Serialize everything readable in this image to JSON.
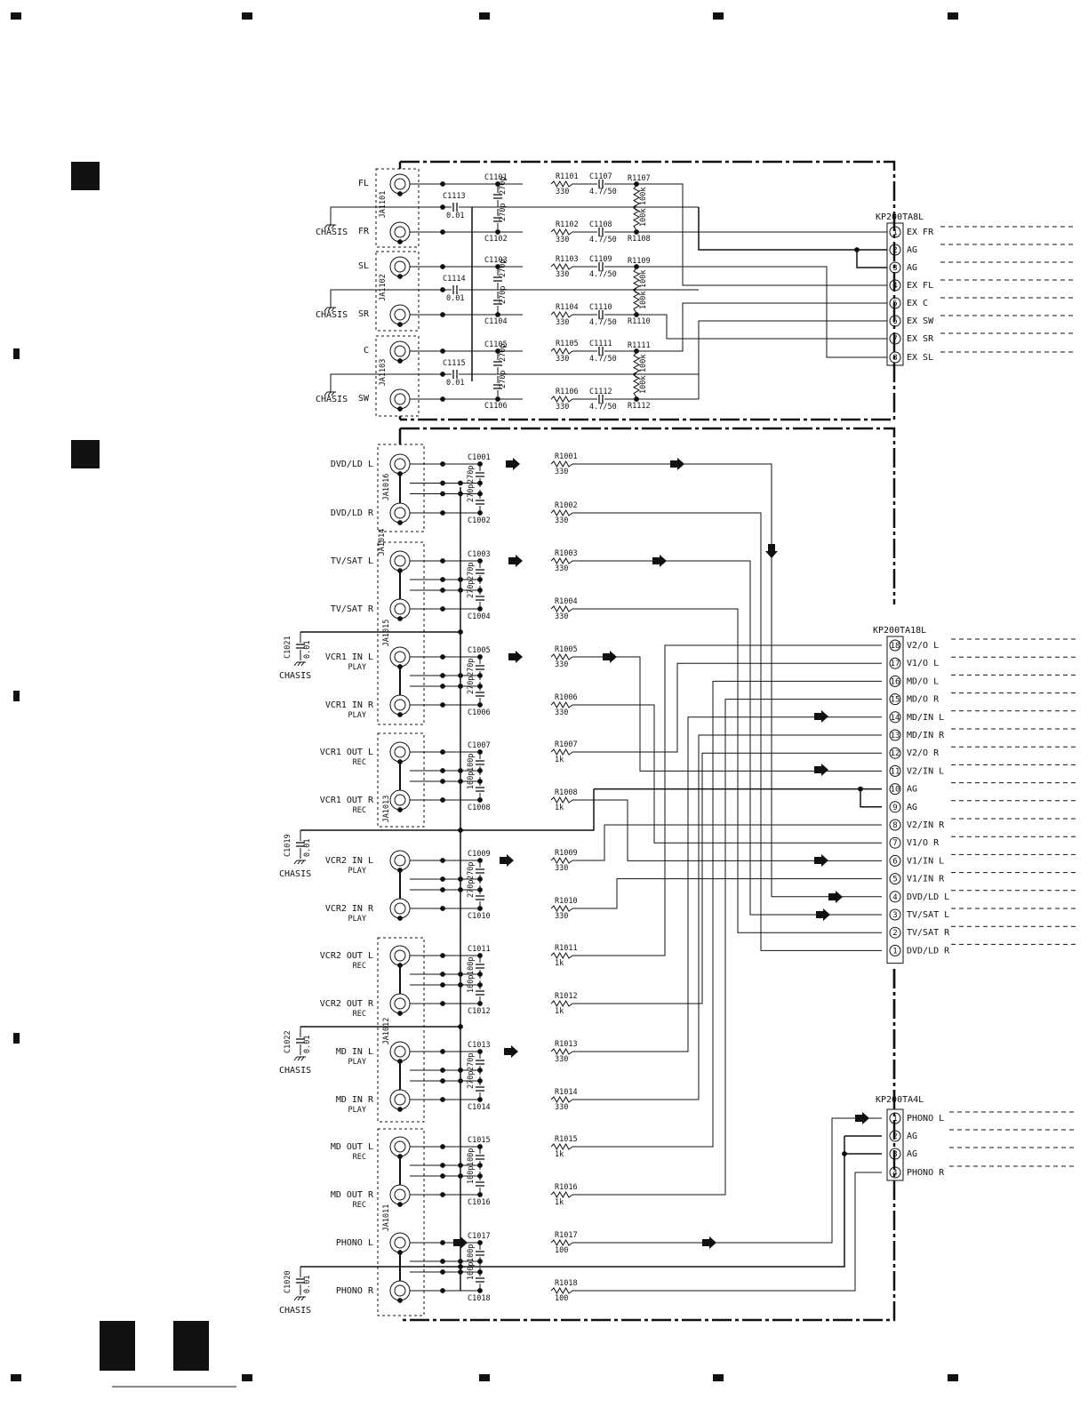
{
  "diagram": {
    "upper_block": {
      "jacks": [
        {
          "ref": "JA1101",
          "labels": [
            "FL",
            "FR"
          ]
        },
        {
          "ref": "JA1102",
          "labels": [
            "SL",
            "SR"
          ]
        },
        {
          "ref": "JA1103",
          "labels": [
            "C",
            "SW"
          ]
        }
      ],
      "chassis": "CHASIS",
      "gnd_caps": [
        {
          "ref": "C1113",
          "value": "0.01"
        },
        {
          "ref": "C1114",
          "value": "0.01"
        },
        {
          "ref": "C1115",
          "value": "0.01"
        }
      ],
      "rows": [
        {
          "cap": "C1101",
          "cval": "270p",
          "res": "R1101",
          "rval": "330",
          "ecap": "C1107",
          "eval": "4.7/50",
          "pd": "R1107",
          "pdval": "100k"
        },
        {
          "cap": "C1102",
          "cval": "270p",
          "res": "R1102",
          "rval": "330",
          "ecap": "C1108",
          "eval": "4.7/50",
          "pd": "R1108",
          "pdval": "100k"
        },
        {
          "cap": "C1103",
          "cval": "270p",
          "res": "R1103",
          "rval": "330",
          "ecap": "C1109",
          "eval": "4.7/50",
          "pd": "R1109",
          "pdval": "100k"
        },
        {
          "cap": "C1104",
          "cval": "270p",
          "res": "R1104",
          "rval": "330",
          "ecap": "C1110",
          "eval": "4.7/50",
          "pd": "R1110",
          "pdval": "100k"
        },
        {
          "cap": "C1105",
          "cval": "270p",
          "res": "R1105",
          "rval": "330",
          "ecap": "C1111",
          "eval": "4.7/50",
          "pd": "R1111",
          "pdval": "100k"
        },
        {
          "cap": "C1106",
          "cval": "270p",
          "res": "R1106",
          "rval": "330",
          "ecap": "C1112",
          "eval": "4.7/50",
          "pd": "R1112",
          "pdval": "100k"
        }
      ],
      "connector": {
        "ref": "KP200TA8L",
        "pins": [
          {
            "n": "1",
            "name": "EX FR"
          },
          {
            "n": "2",
            "name": "AG"
          },
          {
            "n": "3",
            "name": "AG"
          },
          {
            "n": "4",
            "name": "EX FL"
          },
          {
            "n": "5",
            "name": "EX C"
          },
          {
            "n": "6",
            "name": "EX SW"
          },
          {
            "n": "7",
            "name": "EX SR"
          },
          {
            "n": "8",
            "name": "EX SL"
          }
        ]
      }
    },
    "lower_block": {
      "jack_refs": [
        "JA1016",
        "JA1014",
        "JA1015",
        "JA1013",
        "JA1012",
        "JA1011"
      ],
      "chassis": "CHASIS",
      "gnd_caps": [
        {
          "ref": "C1021",
          "value": "0.01"
        },
        {
          "ref": "C1019",
          "value": "0.01"
        },
        {
          "ref": "C1022",
          "value": "0.01"
        },
        {
          "ref": "C1020",
          "value": "0.01"
        }
      ],
      "rows": [
        {
          "label": "DVD/LD L",
          "sub": "",
          "cap": "C1001",
          "cval": "270p",
          "res": "R1001",
          "rval": "330"
        },
        {
          "label": "DVD/LD R",
          "sub": "",
          "cap": "C1002",
          "cval": "270p",
          "res": "R1002",
          "rval": "330"
        },
        {
          "label": "TV/SAT L",
          "sub": "",
          "cap": "C1003",
          "cval": "270p",
          "res": "R1003",
          "rval": "330"
        },
        {
          "label": "TV/SAT R",
          "sub": "",
          "cap": "C1004",
          "cval": "270p",
          "res": "R1004",
          "rval": "330"
        },
        {
          "label": "VCR1 IN L",
          "sub": "PLAY",
          "cap": "C1005",
          "cval": "270p",
          "res": "R1005",
          "rval": "330"
        },
        {
          "label": "VCR1 IN R",
          "sub": "PLAY",
          "cap": "C1006",
          "cval": "270p",
          "res": "R1006",
          "rval": "330"
        },
        {
          "label": "VCR1 OUT L",
          "sub": "REC",
          "cap": "C1007",
          "cval": "100p",
          "res": "R1007",
          "rval": "1k"
        },
        {
          "label": "VCR1 OUT R",
          "sub": "REC",
          "cap": "C1008",
          "cval": "100p",
          "res": "R1008",
          "rval": "1k"
        },
        {
          "label": "VCR2 IN L",
          "sub": "PLAY",
          "cap": "C1009",
          "cval": "270p",
          "res": "R1009",
          "rval": "330"
        },
        {
          "label": "VCR2 IN R",
          "sub": "PLAY",
          "cap": "C1010",
          "cval": "270p",
          "res": "R1010",
          "rval": "330"
        },
        {
          "label": "VCR2 OUT L",
          "sub": "REC",
          "cap": "C1011",
          "cval": "100p",
          "res": "R1011",
          "rval": "1k"
        },
        {
          "label": "VCR2 OUT R",
          "sub": "REC",
          "cap": "C1012",
          "cval": "100p",
          "res": "R1012",
          "rval": "1k"
        },
        {
          "label": "MD IN L",
          "sub": "PLAY",
          "cap": "C1013",
          "cval": "270p",
          "res": "R1013",
          "rval": "330"
        },
        {
          "label": "MD IN R",
          "sub": "PLAY",
          "cap": "C1014",
          "cval": "270p",
          "res": "R1014",
          "rval": "330"
        },
        {
          "label": "MD OUT L",
          "sub": "REC",
          "cap": "C1015",
          "cval": "100p",
          "res": "R1015",
          "rval": "1k"
        },
        {
          "label": "MD OUT R",
          "sub": "REC",
          "cap": "C1016",
          "cval": "100p",
          "res": "R1016",
          "rval": "1k"
        },
        {
          "label": "PHONO L",
          "sub": "",
          "cap": "C1017",
          "cval": "100p",
          "res": "R1017",
          "rval": "100"
        },
        {
          "label": "PHONO R",
          "sub": "",
          "cap": "C1018",
          "cval": "100p",
          "res": "R1018",
          "rval": "100"
        }
      ],
      "connector18": {
        "ref": "KP200TA18L",
        "pins": [
          {
            "n": "18",
            "name": "V2/O L"
          },
          {
            "n": "17",
            "name": "V1/O L"
          },
          {
            "n": "16",
            "name": "MD/O L"
          },
          {
            "n": "15",
            "name": "MD/O R"
          },
          {
            "n": "14",
            "name": "MD/IN L"
          },
          {
            "n": "13",
            "name": "MD/IN R"
          },
          {
            "n": "12",
            "name": "V2/O R"
          },
          {
            "n": "11",
            "name": "V2/IN L"
          },
          {
            "n": "10",
            "name": "AG"
          },
          {
            "n": "9",
            "name": "AG"
          },
          {
            "n": "8",
            "name": "V2/IN R"
          },
          {
            "n": "7",
            "name": "V1/O R"
          },
          {
            "n": "6",
            "name": "V1/IN L"
          },
          {
            "n": "5",
            "name": "V1/IN R"
          },
          {
            "n": "4",
            "name": "DVD/LD L"
          },
          {
            "n": "3",
            "name": "TV/SAT L"
          },
          {
            "n": "2",
            "name": "TV/SAT R"
          },
          {
            "n": "1",
            "name": "DVD/LD R"
          }
        ]
      },
      "connector4": {
        "ref": "KP200TA4L",
        "pins": [
          {
            "n": "1",
            "name": "PHONO L"
          },
          {
            "n": "2",
            "name": "AG"
          },
          {
            "n": "3",
            "name": "AG"
          },
          {
            "n": "4",
            "name": "PHONO R"
          }
        ]
      }
    }
  }
}
